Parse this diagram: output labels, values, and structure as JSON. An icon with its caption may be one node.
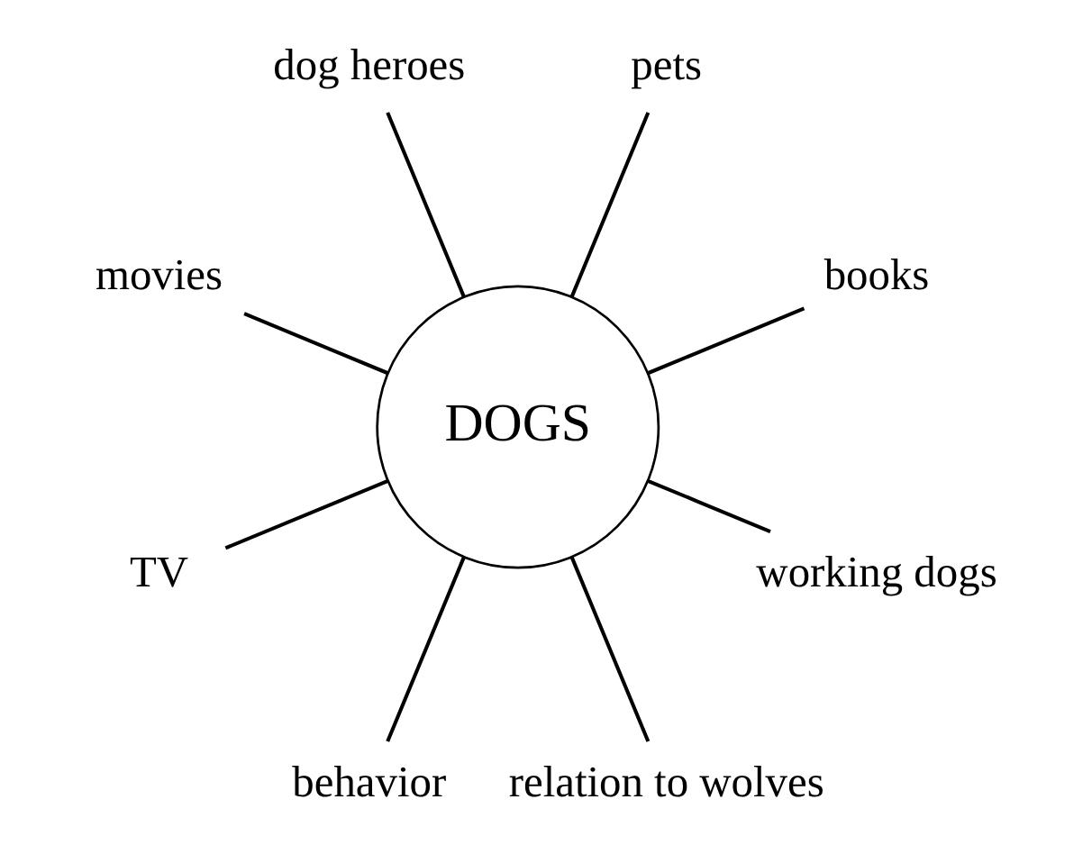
{
  "diagram": {
    "nodes": [
      {
        "text": [
          "DOGS"
        ]
      },
      {
        "text": [
          "books"
        ]
      },
      {
        "text": [
          "pets"
        ]
      },
      {
        "text": [
          "dog heroes"
        ]
      },
      {
        "text": [
          "movies"
        ]
      },
      {
        "text": [
          "TV"
        ]
      },
      {
        "text": [
          "behavior"
        ]
      },
      {
        "text": [
          "relation to wolves"
        ]
      },
      {
        "text": [
          "working dogs"
        ]
      }
    ],
    "edges": [
      {
        "from": 0,
        "to": 1,
        "arrow": "none"
      },
      {
        "from": 0,
        "to": 2,
        "arrow": "none"
      },
      {
        "from": 0,
        "to": 3,
        "arrow": "none"
      },
      {
        "from": 0,
        "to": 4,
        "arrow": "none"
      },
      {
        "from": 0,
        "to": 5,
        "arrow": "none"
      },
      {
        "from": 0,
        "to": 6,
        "arrow": "none"
      },
      {
        "from": 0,
        "to": 7,
        "arrow": "none"
      },
      {
        "from": 0,
        "to": 8,
        "arrow": "none"
      }
    ]
  }
}
